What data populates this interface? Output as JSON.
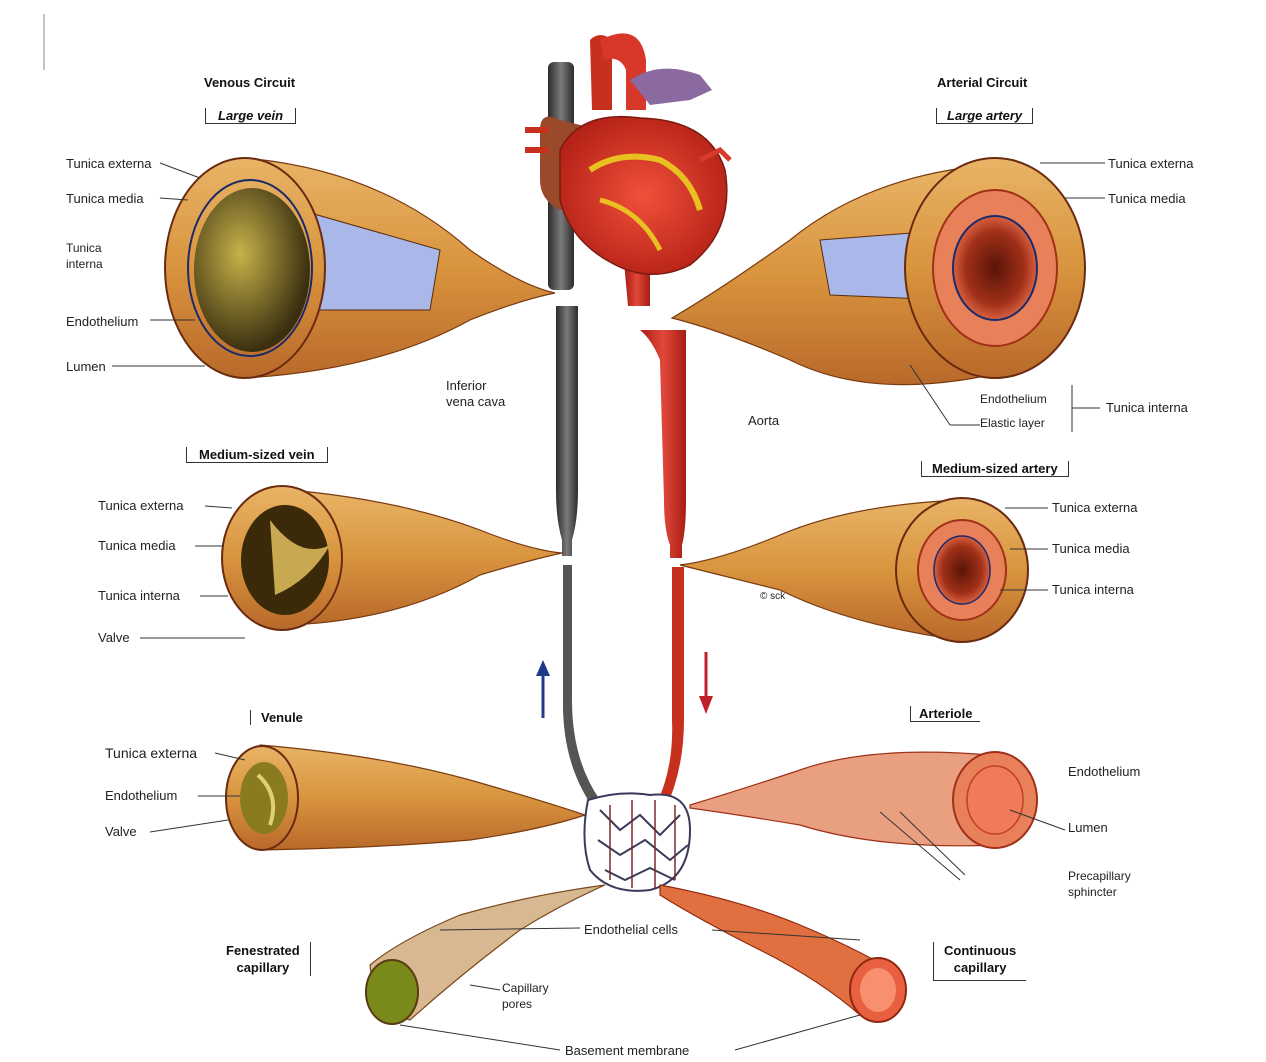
{
  "headers": {
    "venous_circuit": "Venous Circuit",
    "arterial_circuit": "Arterial Circuit"
  },
  "sections": {
    "large_vein": "Large vein",
    "large_artery": "Large artery",
    "medium_vein": "Medium-sized vein",
    "medium_artery": "Medium-sized artery",
    "venule": "Venule",
    "arteriole": "Arteriole",
    "fenestrated_capillary_1": "Fenestrated",
    "fenestrated_capillary_2": "capillary",
    "continuous_capillary_1": "Continuous",
    "continuous_capillary_2": "capillary"
  },
  "labels": {
    "lv_tunica_externa": "Tunica externa",
    "lv_tunica_media": "Tunica media",
    "lv_tunica_interna_1": "Tunica",
    "lv_tunica_interna_2": "interna",
    "lv_endothelium": "Endothelium",
    "lv_lumen": "Lumen",
    "ivc_1": "Inferior",
    "ivc_2": "vena cava",
    "aorta": "Aorta",
    "la_tunica_externa": "Tunica externa",
    "la_tunica_media": "Tunica media",
    "la_endothelium": "Endothelium",
    "la_elastic_layer": "Elastic layer",
    "la_tunica_interna": "Tunica interna",
    "mv_tunica_externa": "Tunica externa",
    "mv_tunica_media": "Tunica media",
    "mv_tunica_interna": "Tunica interna",
    "mv_valve": "Valve",
    "ma_tunica_externa": "Tunica externa",
    "ma_tunica_media": "Tunica media",
    "ma_tunica_interna": "Tunica interna",
    "ma_credit": "© sck",
    "vn_tunica_externa": "Tunica externa",
    "vn_endothelium": "Endothelium",
    "vn_valve": "Valve",
    "ar_endothelium": "Endothelium",
    "ar_lumen": "Lumen",
    "ar_precap_1": "Precapillary",
    "ar_precap_2": "sphincter",
    "endothelial_cells": "Endothelial cells",
    "capillary_pores_1": "Capillary",
    "capillary_pores_2": "pores",
    "basement_membrane": "Basement membrane"
  },
  "colors": {
    "vessel_wall": "#d99a4a",
    "vessel_dark": "#8a3a1a",
    "artery_red": "#c8301e",
    "vein_gray": "#4a4a4a",
    "lumen_blue": "#a9b8e8",
    "arrow_blue": "#1f3a8a",
    "arrow_red": "#c0202a",
    "heart_yellow": "#e8c020"
  }
}
